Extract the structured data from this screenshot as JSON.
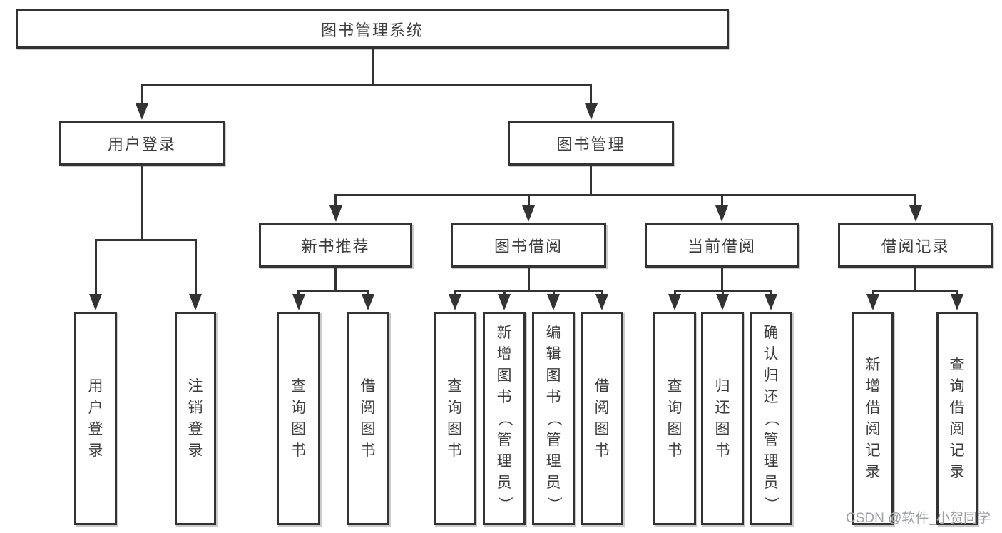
{
  "diagram": {
    "nodes": [
      {
        "id": "system",
        "label": "图书管理系统",
        "parent": null,
        "text_direction": "horizontal"
      },
      {
        "id": "user-login",
        "label": "用户登录",
        "parent": "system",
        "text_direction": "horizontal"
      },
      {
        "id": "book-mgmt",
        "label": "图书管理",
        "parent": "system",
        "text_direction": "horizontal"
      },
      {
        "id": "new-book-rec",
        "label": "新书推荐",
        "parent": "book-mgmt",
        "text_direction": "horizontal"
      },
      {
        "id": "book-borrow",
        "label": "图书借阅",
        "parent": "book-mgmt",
        "text_direction": "horizontal"
      },
      {
        "id": "current-borrow",
        "label": "当前借阅",
        "parent": "book-mgmt",
        "text_direction": "horizontal"
      },
      {
        "id": "borrow-records",
        "label": "借阅记录",
        "parent": "book-mgmt",
        "text_direction": "horizontal"
      },
      {
        "id": "login",
        "label": "用户登录",
        "parent": "user-login",
        "text_direction": "vertical"
      },
      {
        "id": "logout",
        "label": "注销登录",
        "parent": "user-login",
        "text_direction": "vertical"
      },
      {
        "id": "query-books-1",
        "label": "查询图书",
        "parent": "new-book-rec",
        "text_direction": "vertical"
      },
      {
        "id": "borrow-books-1",
        "label": "借阅图书",
        "parent": "new-book-rec",
        "text_direction": "vertical"
      },
      {
        "id": "query-books-2",
        "label": "查询图书",
        "parent": "book-borrow",
        "text_direction": "vertical"
      },
      {
        "id": "add-books",
        "label": "新增图书（管理员）",
        "parent": "book-borrow",
        "text_direction": "vertical"
      },
      {
        "id": "edit-books",
        "label": "编辑图书（管理员）",
        "parent": "book-borrow",
        "text_direction": "vertical"
      },
      {
        "id": "borrow-books-2",
        "label": "借阅图书",
        "parent": "book-borrow",
        "text_direction": "vertical"
      },
      {
        "id": "query-books-3",
        "label": "查询图书",
        "parent": "current-borrow",
        "text_direction": "vertical"
      },
      {
        "id": "return-books",
        "label": "归还图书",
        "parent": "current-borrow",
        "text_direction": "vertical"
      },
      {
        "id": "confirm-return",
        "label": "确认归还（管理员）",
        "parent": "current-borrow",
        "text_direction": "vertical"
      },
      {
        "id": "add-borrow-record",
        "label": "新增借阅记录",
        "parent": "borrow-records",
        "text_direction": "vertical"
      },
      {
        "id": "query-borrow-record",
        "label": "查询借阅记录",
        "parent": "borrow-records",
        "text_direction": "vertical"
      }
    ]
  },
  "watermark": {
    "text": "CSDN @软件_小贺同学"
  },
  "colors": {
    "line": "#333333",
    "text": "#3d3d3d",
    "background": "#ffffff",
    "watermark": "#9fa0a2"
  }
}
